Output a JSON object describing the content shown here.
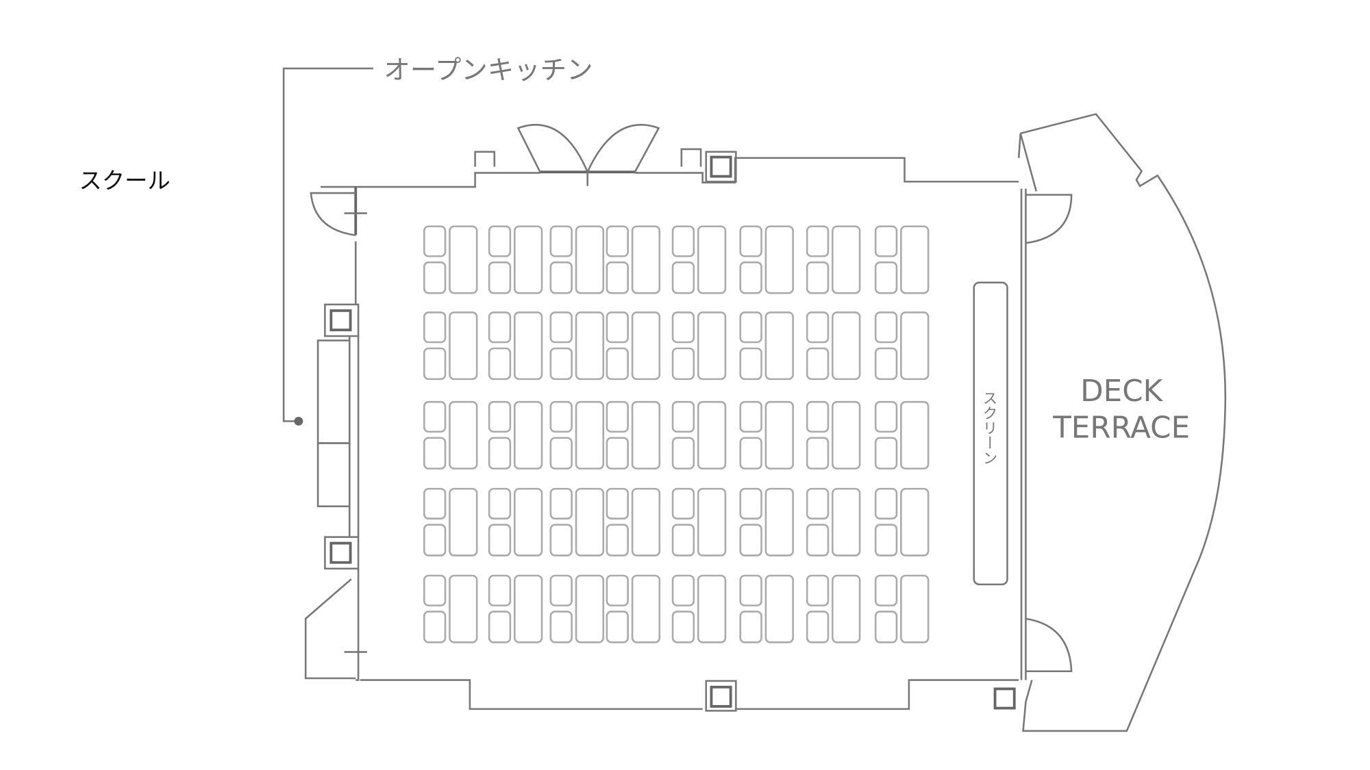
{
  "layout_name": "スクール",
  "labels": {
    "open_kitchen": "オープンキッチン",
    "screen": "スクリーン",
    "deck_line1": "DECK",
    "deck_line2": "TERRACE"
  },
  "colors": {
    "line": "#777777",
    "seat": "#aaaaaa",
    "text": "#000000"
  }
}
